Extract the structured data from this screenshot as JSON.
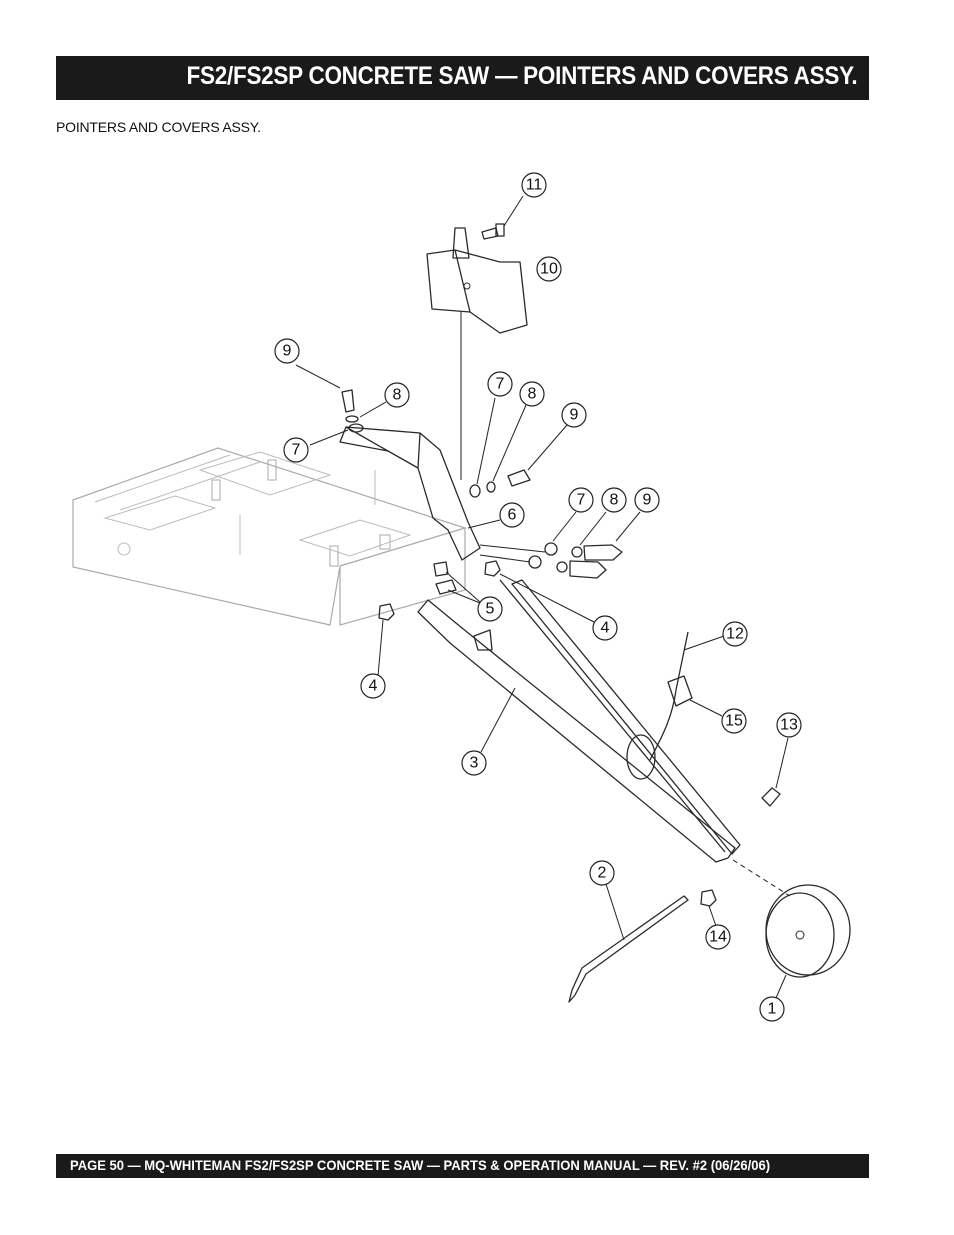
{
  "header": {
    "title": "FS2/FS2SP CONCRETE SAW —  POINTERS AND COVERS ASSY."
  },
  "section": {
    "caption": "POINTERS AND COVERS ASSY."
  },
  "callouts": {
    "c1": "1",
    "c2": "2",
    "c3": "3",
    "c4a": "4",
    "c4b": "4",
    "c5": "5",
    "c6": "6",
    "c7a": "7",
    "c7b": "7",
    "c7c": "7",
    "c8a": "8",
    "c8b": "8",
    "c8c": "8",
    "c9a": "9",
    "c9b": "9",
    "c9c": "9",
    "c10": "10",
    "c11": "11",
    "c12": "12",
    "c13": "13",
    "c14": "14",
    "c15": "15"
  },
  "footer": {
    "text": "PAGE 50 — MQ-WHITEMAN FS2/FS2SP  CONCRETE SAW — PARTS & OPERATION MANUAL — REV. #2 (06/26/06)"
  }
}
